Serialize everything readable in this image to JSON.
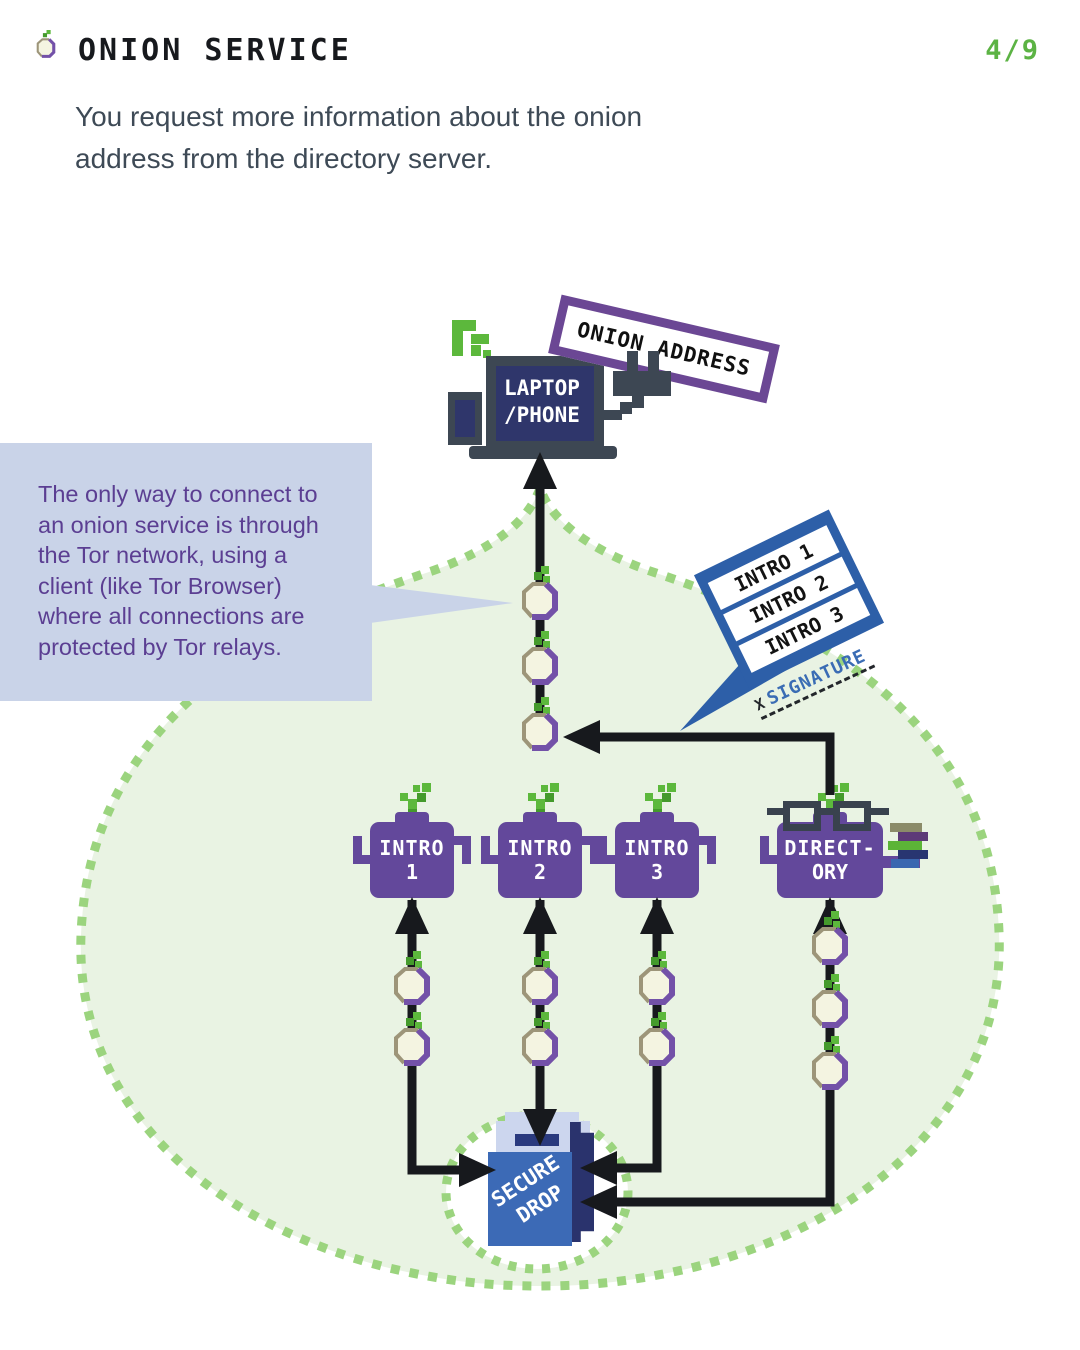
{
  "header": {
    "title": "ONION SERVICE",
    "page": "4/9",
    "subtitle": "You request more information about the onion address from the directory server."
  },
  "callout": {
    "text": "The only way to connect to\nan onion service is through\nthe Tor network, using a\nclient (like Tor Browser)\nwhere all connections are\nprotected by Tor relays."
  },
  "client": {
    "line1": "LAPTOP",
    "line2": "/PHONE"
  },
  "onion_address": {
    "label": "ONION ADDRESS"
  },
  "bubble": {
    "items": [
      {
        "label": "INTRO 1"
      },
      {
        "label": "INTRO 2"
      },
      {
        "label": "INTRO 3"
      }
    ],
    "signature_x": "X",
    "signature": "SIGNATURE"
  },
  "servers": {
    "intro1": {
      "line1": "INTRO",
      "line2": "1"
    },
    "intro2": {
      "line1": "INTRO",
      "line2": "2"
    },
    "intro3": {
      "line1": "INTRO",
      "line2": "3"
    },
    "directory": {
      "line1": "DIRECT-",
      "line2": "ORY"
    }
  },
  "securedrop": {
    "line1": "SECURE",
    "line2": "DROP"
  },
  "colors": {
    "accent_green": "#5cb344",
    "dot_green": "#9bd47e",
    "blob_fill": "#e9f3e3",
    "purple": "#63489b",
    "dark": "#3d4753",
    "navy": "#2f366b",
    "callout_bg": "#c9d3e8",
    "callout_text": "#5b3e92",
    "bubble_blue": "#2d5fa8",
    "addr_purple": "#6b4794",
    "securedrop_blue": "#3c6ab6",
    "securedrop_dark": "#2a336d",
    "securedrop_flap": "#ccd6ee",
    "onion_cream": "#f4f4e1",
    "onion_tan": "#9d9579",
    "onion_purple": "#7351a8",
    "sprout_light": "#5cb83c",
    "sprout_dark": "#449a2c",
    "arrow": "#17191d",
    "text_dark": "#3e4a56"
  }
}
